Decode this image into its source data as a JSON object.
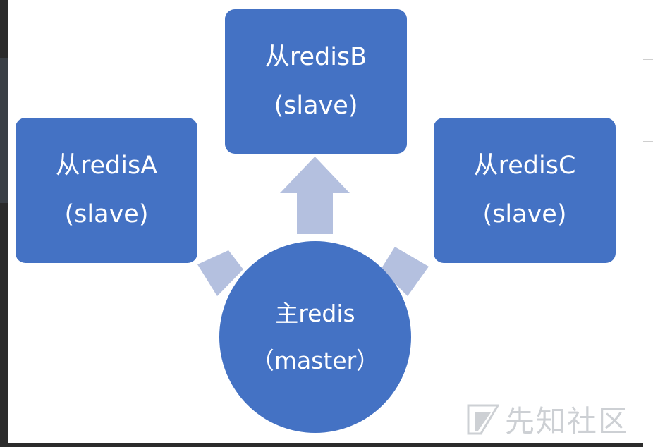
{
  "colors": {
    "node": "#4472c4",
    "arrow": "#b4c0df",
    "text": "#ffffff",
    "watermark": "#cdd0d4"
  },
  "diagram": {
    "master": {
      "line1": "主redis",
      "line2": "（master）"
    },
    "slaves": [
      {
        "id": "A",
        "line1": "从redisA",
        "line2": "(slave)"
      },
      {
        "id": "B",
        "line1": "从redisB",
        "line2": "(slave)"
      },
      {
        "id": "C",
        "line1": "从redisC",
        "line2": "(slave)"
      }
    ]
  },
  "watermark": {
    "text": "先知社区",
    "icon": "xianzhi-logo-icon"
  }
}
